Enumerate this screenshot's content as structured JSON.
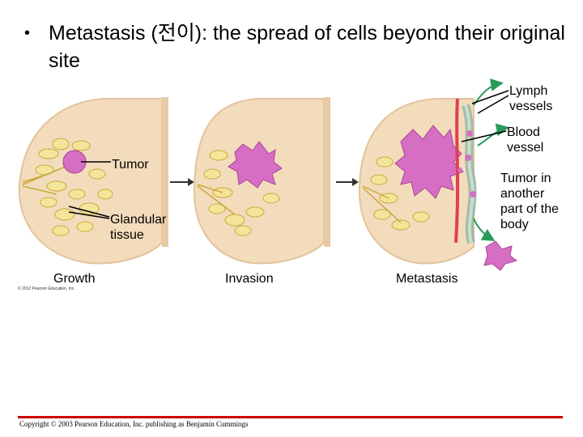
{
  "slide": {
    "bullet": "•",
    "title": "Metastasis (전이): the spread of cells beyond their original site"
  },
  "labels": {
    "lymph": "Lymph vessels",
    "blood": "Blood vessel",
    "tumor": "Tumor",
    "glandular": "Glandular tissue",
    "tumor_other": "Tumor in another part of the body"
  },
  "stages": [
    "Growth",
    "Invasion",
    "Metastasis"
  ],
  "credit": "© 2012 Pearson Education, Inc.",
  "copyright": "Copyright © 2003 Pearson Education, Inc. publishing as Benjamin Cummings",
  "colors": {
    "breast": "#f3dcbc",
    "breast_edge": "#e2c39c",
    "gland": "#f4e59a",
    "gland_edge": "#c9a83c",
    "tumor": "#d66fc4",
    "lymph": "#2a9a5a",
    "blood": "#e04050",
    "footer": "#cc0000"
  }
}
